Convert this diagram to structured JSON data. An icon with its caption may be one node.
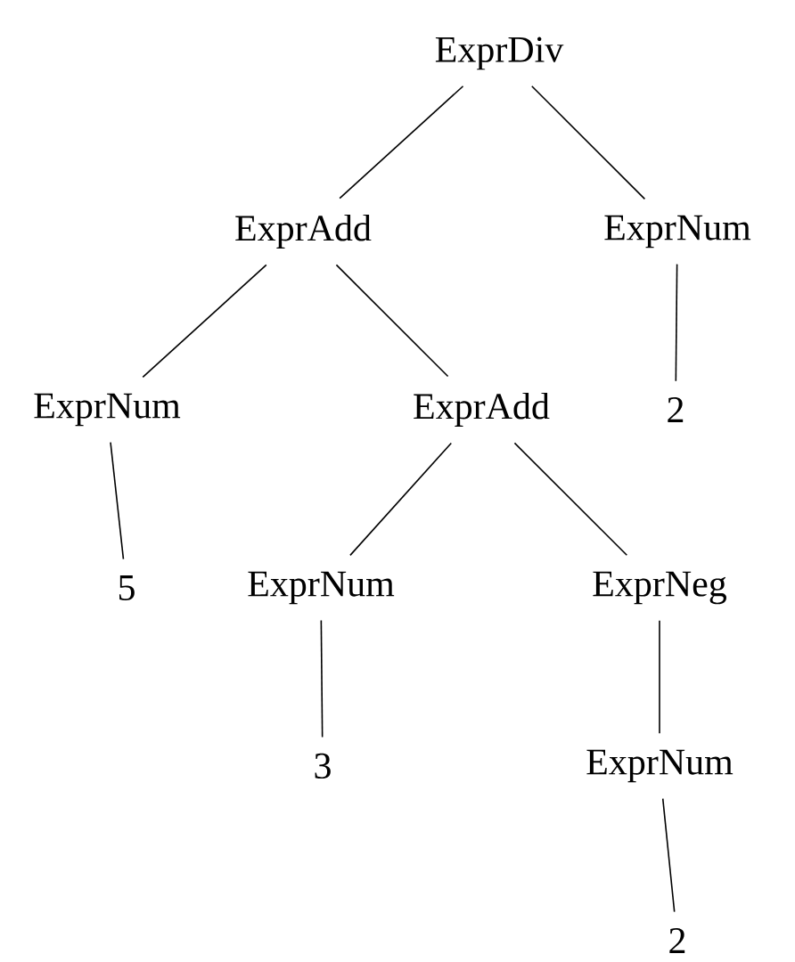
{
  "diagram": {
    "nodes": [
      {
        "text": [
          "ExprDiv"
        ]
      },
      {
        "text": [
          "ExprAdd"
        ]
      },
      {
        "text": [
          "ExprNum"
        ]
      },
      {
        "text": [
          "ExprNum"
        ]
      },
      {
        "text": [
          "ExprAdd"
        ]
      },
      {
        "text": [
          "2"
        ]
      },
      {
        "text": [
          "5"
        ]
      },
      {
        "text": [
          "ExprNum"
        ]
      },
      {
        "text": [
          "ExprNeg"
        ]
      },
      {
        "text": [
          "3"
        ]
      },
      {
        "text": [
          "ExprNum"
        ]
      },
      {
        "text": [
          "2"
        ]
      }
    ],
    "edges": [
      {
        "from": 0,
        "to": 1,
        "arrow": "none"
      },
      {
        "from": 0,
        "to": 2,
        "arrow": "none"
      },
      {
        "from": 1,
        "to": 3,
        "arrow": "none"
      },
      {
        "from": 1,
        "to": 4,
        "arrow": "none"
      },
      {
        "from": 2,
        "to": 5,
        "arrow": "none"
      },
      {
        "from": 3,
        "to": 6,
        "arrow": "none"
      },
      {
        "from": 4,
        "to": 7,
        "arrow": "none"
      },
      {
        "from": 4,
        "to": 8,
        "arrow": "none"
      },
      {
        "from": 7,
        "to": 9,
        "arrow": "none"
      },
      {
        "from": 8,
        "to": 10,
        "arrow": "none"
      },
      {
        "from": 10,
        "to": 11,
        "arrow": "none"
      }
    ]
  }
}
